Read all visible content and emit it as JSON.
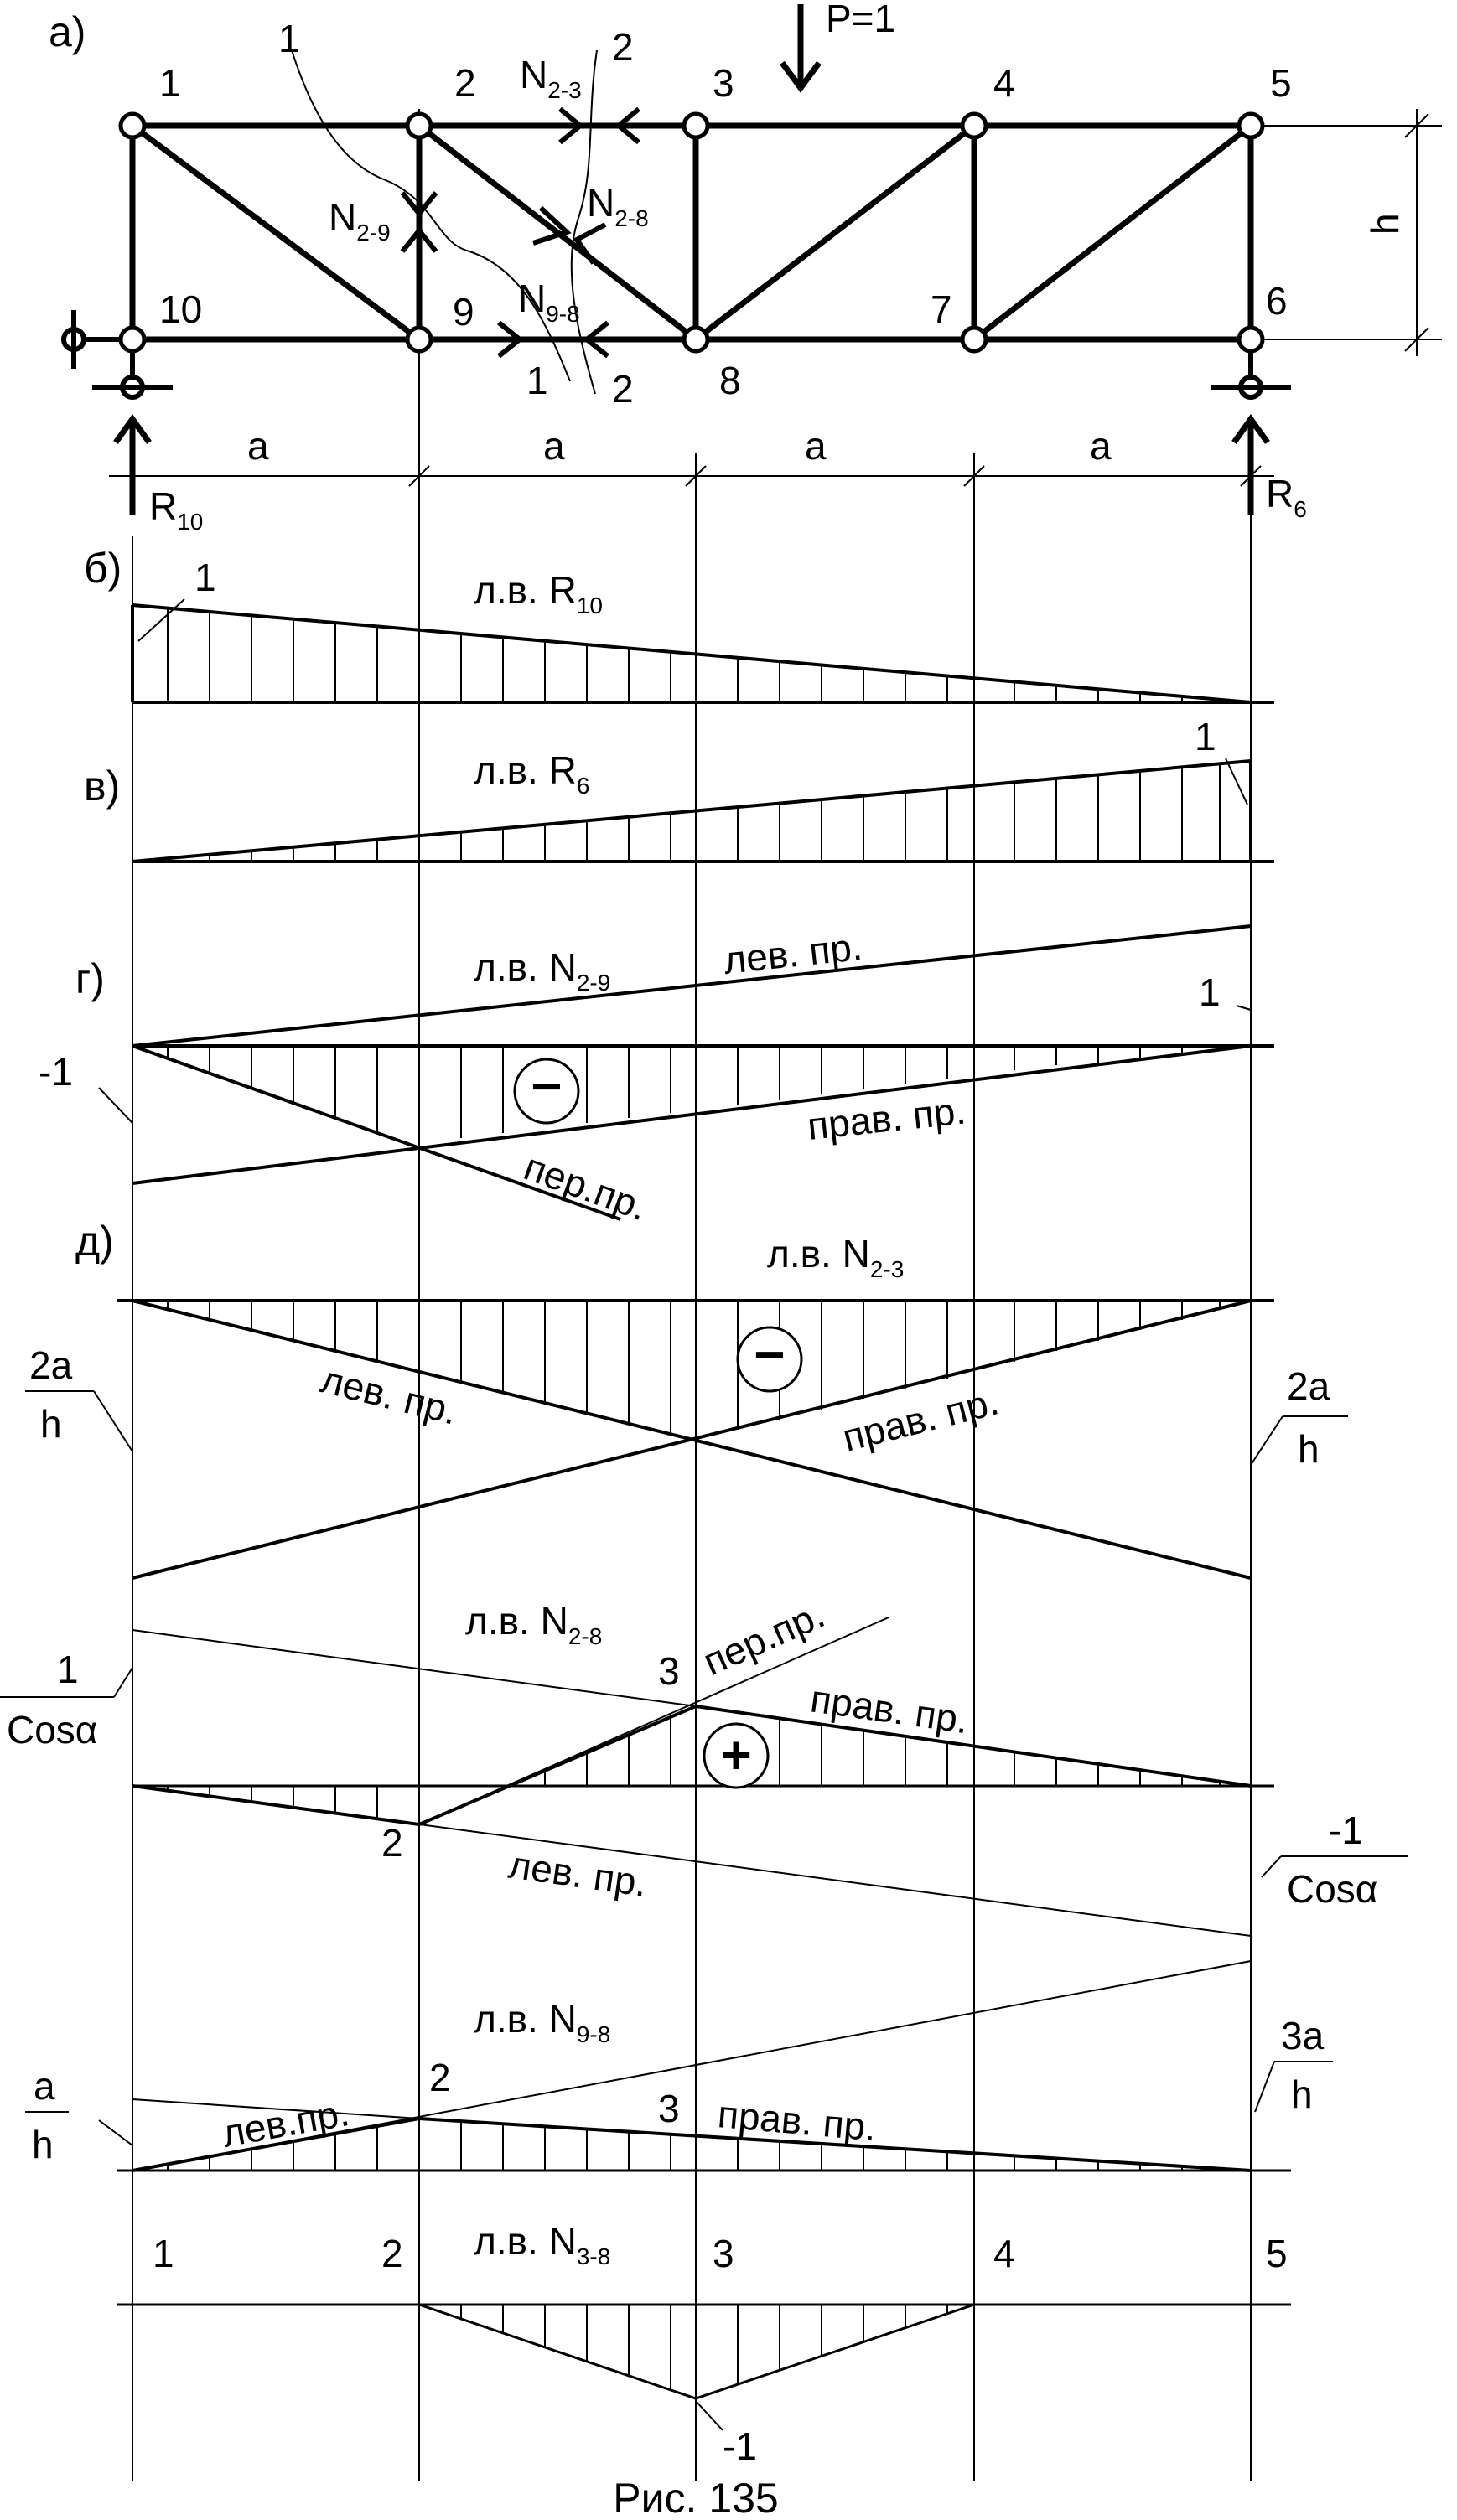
{
  "panels": {
    "a": "а)",
    "b": "б)",
    "v": "в)",
    "g": "г)",
    "d": "д)"
  },
  "truss": {
    "nodes": {
      "n1": "1",
      "n2": "2",
      "n3": "3",
      "n4": "4",
      "n5": "5",
      "n6": "6",
      "n7": "7",
      "n8": "8",
      "n9": "9",
      "n10": "10"
    },
    "load": "P=1",
    "height": "h",
    "span": [
      "a",
      "a",
      "a",
      "a"
    ],
    "section1_top": "1",
    "section1_bottom": "1",
    "section2_top": "2",
    "section2_bottom": "2",
    "forces": {
      "n23": {
        "base": "N",
        "sub": "2-3"
      },
      "n29": {
        "base": "N",
        "sub": "2-9"
      },
      "n28": {
        "base": "N",
        "sub": "2-8"
      },
      "n98": {
        "base": "N",
        "sub": "9-8"
      }
    },
    "reactions": {
      "r10": {
        "base": "R",
        "sub": "10"
      },
      "r6": {
        "base": "R",
        "sub": "6"
      }
    }
  },
  "lines": {
    "r10": {
      "title": "л.в. R",
      "sub": "10",
      "ordinate": "1"
    },
    "r6": {
      "title": "л.в. R",
      "sub": "6",
      "ordinate": "1"
    },
    "n29": {
      "title": "л.в. N",
      "sub": "2-9",
      "left_branch": "лев. пр.",
      "right_branch": "прав. пр.",
      "transfer": "пер.пр.",
      "ord_right": "1",
      "ord_left": "-1",
      "sign": "−"
    },
    "n23": {
      "title": "л.в. N",
      "sub": "2-3",
      "left_branch": "лев. пр.",
      "right_branch": "прав. пр.",
      "ord_num": "2a",
      "ord_den": "h",
      "sign": "−"
    },
    "n28": {
      "title": "л.в. N",
      "sub": "2-8",
      "transfer": "пер.пр.",
      "right_branch": "прав. пр.",
      "left_branch": "лев. пр.",
      "pt2": "2",
      "pt3": "3",
      "ord_left_num": "1",
      "ord_left_den": "Cosα",
      "ord_right_num": "-1",
      "ord_right_den": "Cosα",
      "sign": "+"
    },
    "n98": {
      "title": "л.в. N",
      "sub": "9-8",
      "left_branch": "лев.пр.",
      "right_branch": "прав. пр.",
      "pt2": "2",
      "pt3": "3",
      "ord_left_num": "a",
      "ord_left_den": "h",
      "ord_right_num": "3a",
      "ord_right_den": "h"
    },
    "n38": {
      "title": "л.в. N",
      "sub": "3-8",
      "p1": "1",
      "p2": "2",
      "p3": "3",
      "p4": "4",
      "p5": "5",
      "ord": "-1"
    }
  },
  "caption": "Рис. 135"
}
